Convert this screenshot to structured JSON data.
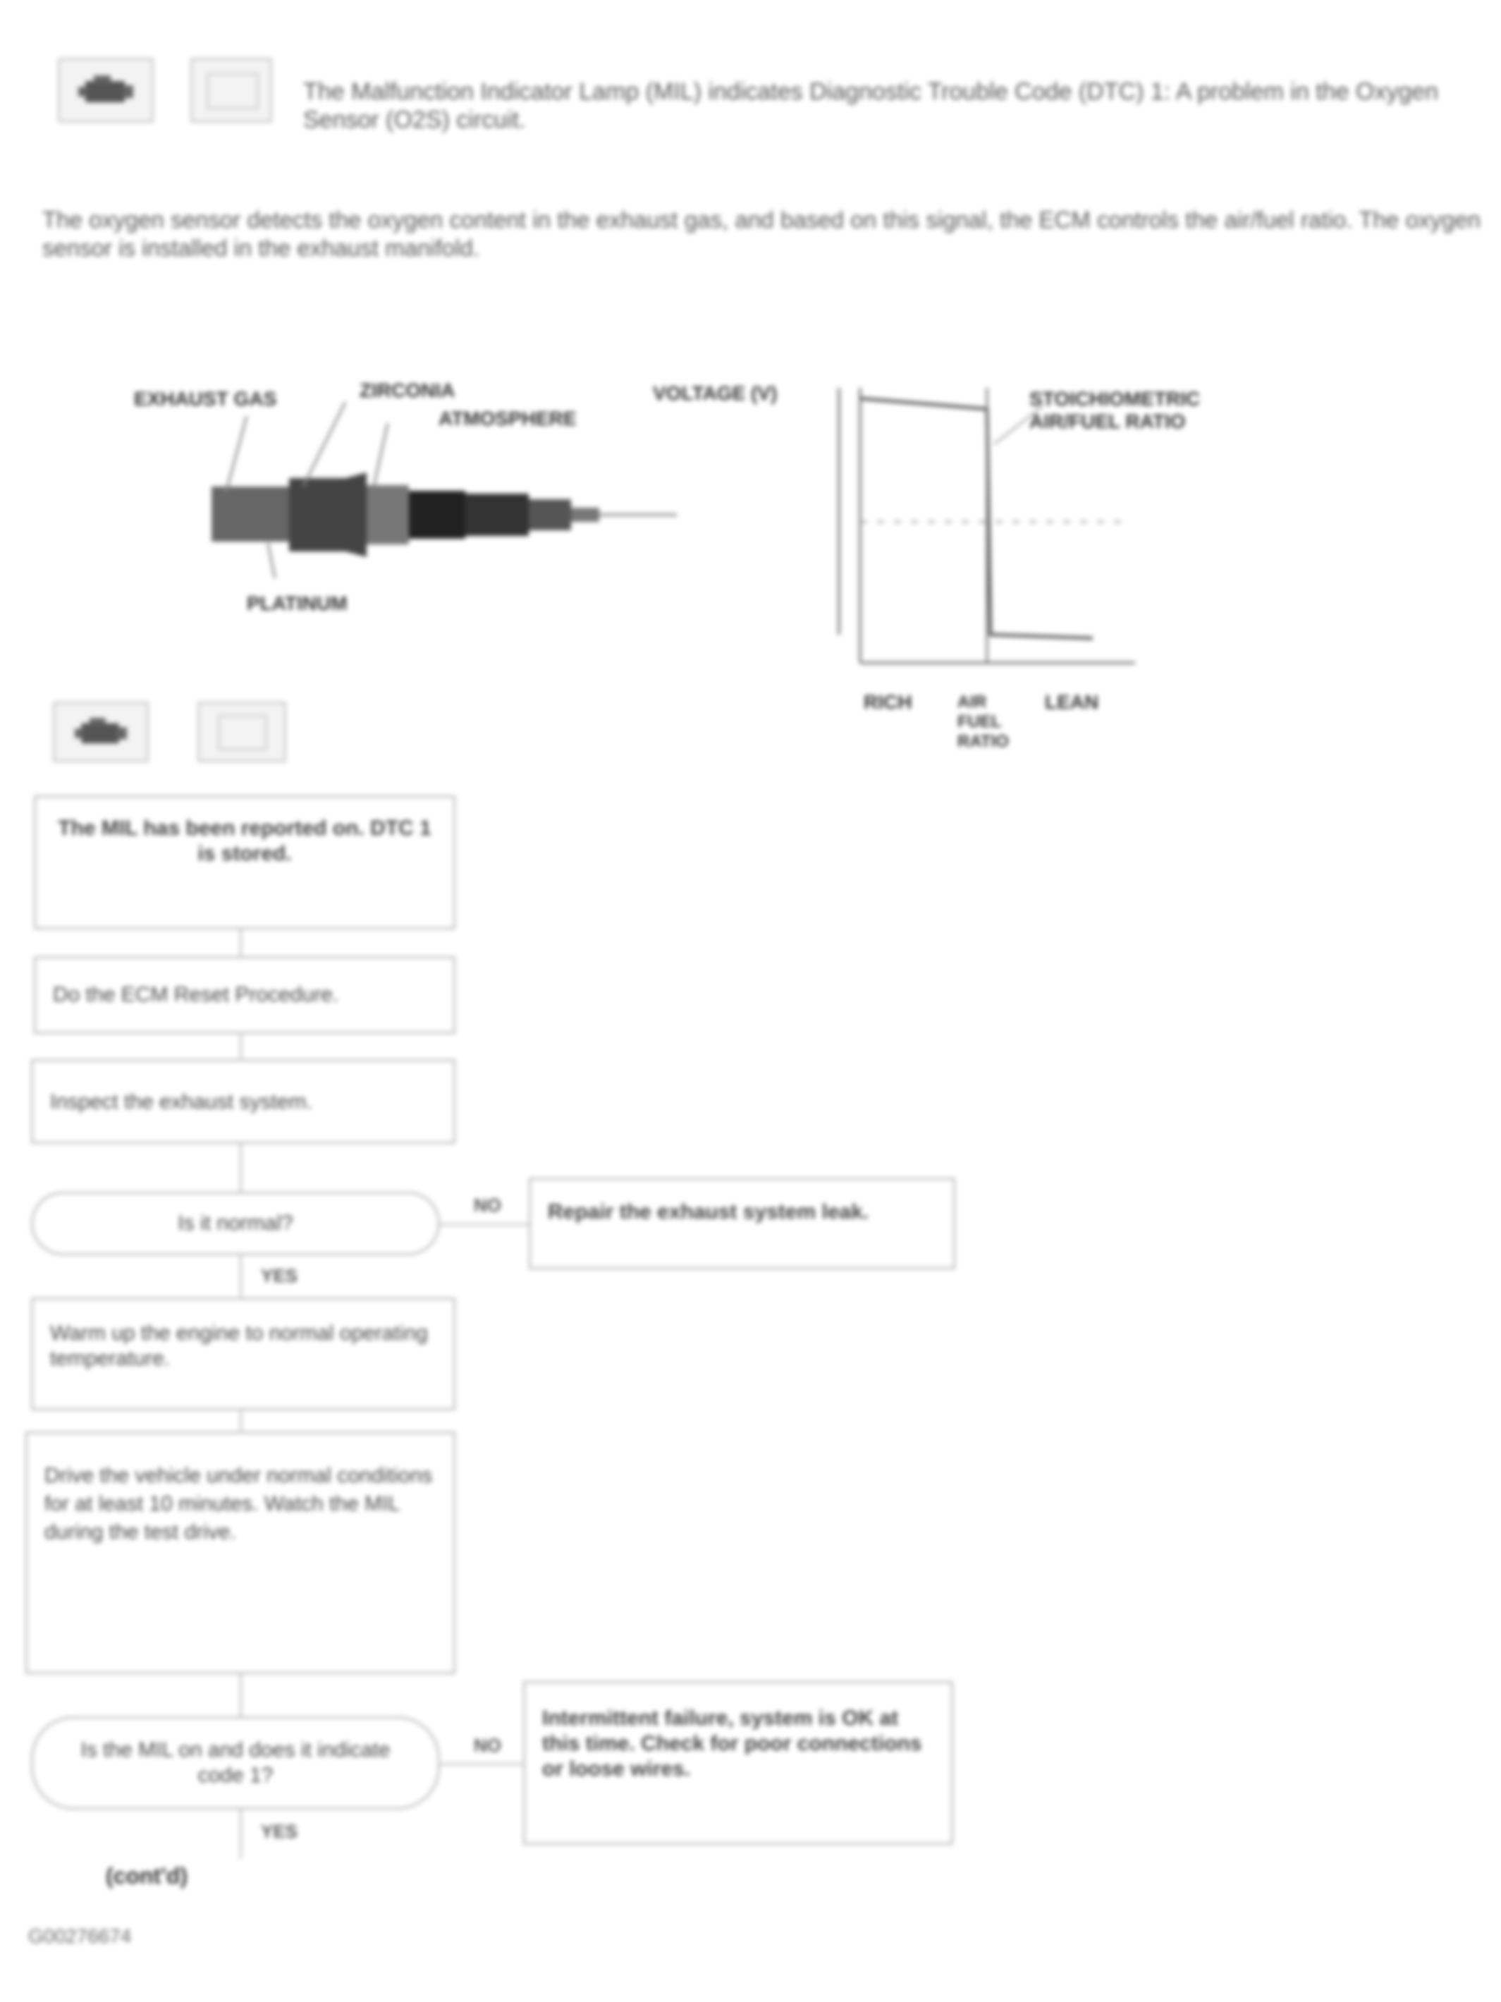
{
  "header": {
    "icons": [
      "engine-icon",
      "dtc-panel-icon"
    ],
    "intro_text": "The Malfunction Indicator Lamp (MIL) indicates Diagnostic Trouble Code (DTC) 1: A problem in the Oxygen Sensor (O2S) circuit."
  },
  "description": "The oxygen sensor detects the oxygen content in the exhaust gas, and based on this signal, the ECM controls the air/fuel ratio. The oxygen sensor is installed in the exhaust manifold.",
  "sensor_diagram": {
    "labels": {
      "exhaust_gas": "EXHAUST GAS",
      "zirconia": "ZIRCONIA",
      "atmosphere": "ATMOSPHERE",
      "platinum": "PLATINUM"
    }
  },
  "voltage_graph": {
    "y_label": "VOLTAGE (V)",
    "curve_label": "STOICHIOMETRIC AIR/FUEL RATIO",
    "x_ticks": [
      "RICH",
      "AIR FUEL RATIO",
      "LEAN"
    ]
  },
  "flowchart": {
    "icons": [
      "engine-icon",
      "dtc-panel-icon"
    ],
    "start": "The MIL has been reported on. DTC 1 is stored.",
    "step1": "Do the ECM Reset Procedure.",
    "step2": "Inspect the exhaust system.",
    "q1": "Is it normal?",
    "q1_no_action": "Repair the exhaust system leak.",
    "step3": "Warm up the engine to normal operating temperature.",
    "step4": "Drive the vehicle under normal conditions for at least 10 minutes. Watch the MIL during the test drive.",
    "q2": "Is the MIL on and does it indicate code 1?",
    "q2_no_action": "Intermittent failure, system is OK at this time. Check for poor connections or loose wires.",
    "yes": "YES",
    "no": "NO",
    "continue": "(cont'd)"
  },
  "figure_code": "G00276674"
}
